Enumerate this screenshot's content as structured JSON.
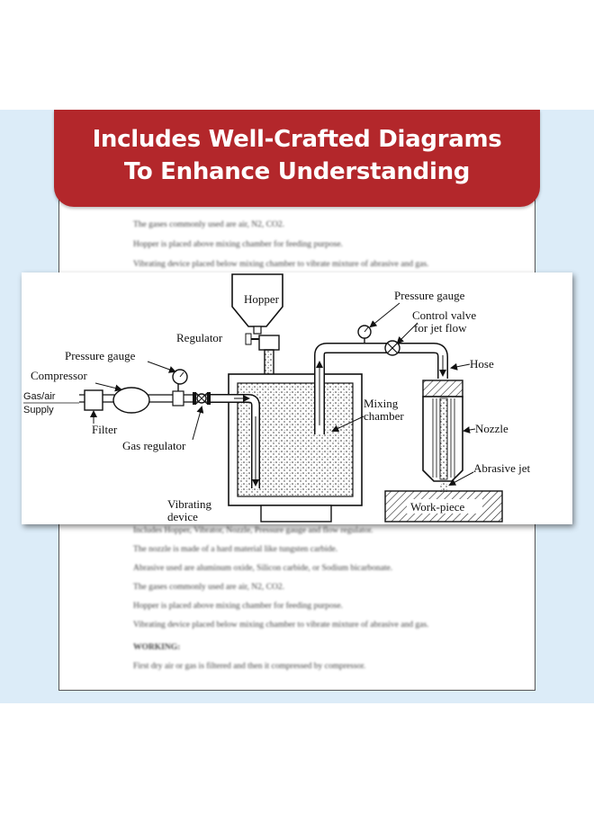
{
  "banner": {
    "line1": "Includes Well-Crafted Diagrams",
    "line2": "To Enhance Understanding"
  },
  "document": {
    "lines_top": [
      "The gases commonly used are air, N2, CO2.",
      "Hopper is placed above mixing chamber for feeding purpose.",
      "Vibrating device placed below mixing chamber to vibrate mixture of abrasive and gas."
    ],
    "lines_bottom": [
      "Includes Hopper, Vibrator, Nozzle, Pressure gauge and flow regulator.",
      "The nozzle is made of a hard material like tungsten carbide.",
      "Abrasive used are aluminum oxide, Silicon carbide, or Sodium bicarbonate.",
      "The gases commonly used are air, N2, CO2.",
      "Hopper is placed above mixing chamber for feeding purpose.",
      "Vibrating device placed below mixing chamber to vibrate mixture of abrasive and gas."
    ],
    "working_heading": "WORKING:",
    "working_line": "First dry air or gas is filtered and then it compressed by compressor."
  },
  "diagram": {
    "labels": {
      "hopper": "Hopper",
      "regulator": "Regulator",
      "pressure_gauge_left": "Pressure gauge",
      "compressor": "Compressor",
      "gas_air_1": "Gas/air",
      "gas_air_2": "Supply",
      "filter": "Filter",
      "gas_regulator": "Gas regulator",
      "vibrating_1": "Vibrating",
      "vibrating_2": "device",
      "pressure_gauge_right": "Pressure gauge",
      "control_valve_1": "Control valve",
      "control_valve_2": "for jet flow",
      "hose": "Hose",
      "mixing_1": "Mixing",
      "mixing_2": "chamber",
      "nozzle": "Nozzle",
      "abrasive_jet": "Abrasive jet",
      "work_piece": "Work-piece"
    }
  },
  "colors": {
    "banner": "#b3272b",
    "background_band": "#dcecf8"
  }
}
